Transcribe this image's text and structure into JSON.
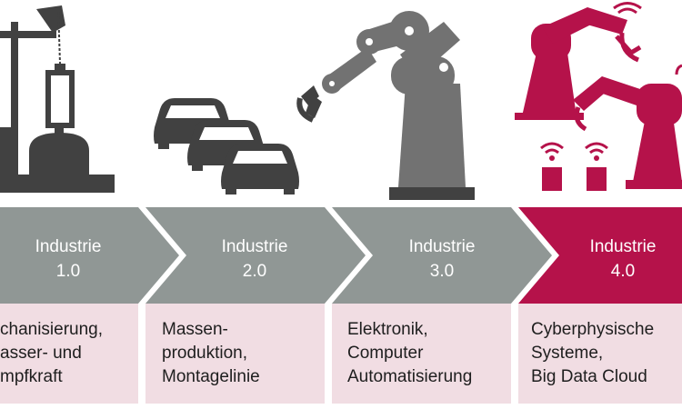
{
  "colors": {
    "gray_arrow": "#909795",
    "accent_arrow": "#b5124a",
    "desc_bg": "#f1dde3",
    "machine_dark": "#414141",
    "machine_gray": "#727272",
    "accent_machine": "#b5124a"
  },
  "stages": [
    {
      "label_line1": "Industrie",
      "label_line2": "1.0",
      "desc": [
        "chanisierung,",
        "asser- und",
        "mpfkraft"
      ],
      "icon": "steam-pump-icon",
      "accent": false
    },
    {
      "label_line1": "Industrie",
      "label_line2": "2.0",
      "desc": [
        "Massen-",
        "produktion,",
        "Montagelinie"
      ],
      "icon": "assembly-cars-icon",
      "accent": false
    },
    {
      "label_line1": "Industrie",
      "label_line2": "3.0",
      "desc": [
        "Elektronik,",
        "Computer",
        "Automatisierung"
      ],
      "icon": "robot-arm-icon",
      "accent": false
    },
    {
      "label_line1": "Industrie",
      "label_line2": "4.0",
      "desc": [
        "Cyberphysische",
        "Systeme,",
        "Big Data Cloud"
      ],
      "icon": "connected-robots-icon",
      "accent": true
    }
  ]
}
